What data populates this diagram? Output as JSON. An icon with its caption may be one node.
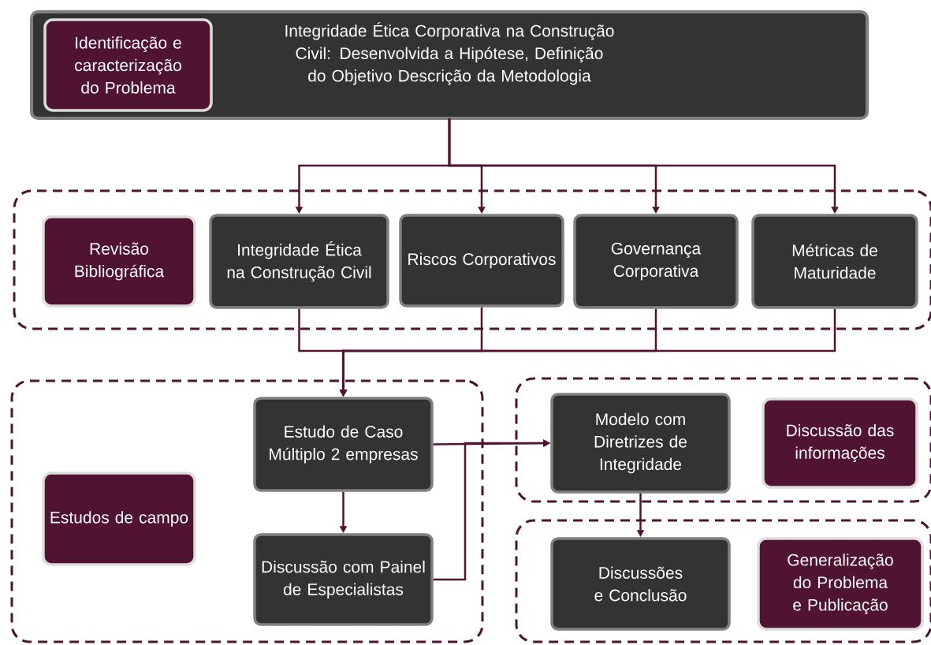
{
  "diagram": {
    "nodes": [
      {
        "text": [
          "Integridade Ética Corporativa na Construção Civil: Desenvolvida a Hipótese,  Definição do Objetivo Descrição da Metodologia"
        ]
      },
      {
        "text": [
          "Identificação e caracterização do Problema"
        ],
        "in": 0
      },
      {
        "text": [],
        "shape": "box"
      },
      {
        "text": [
          "Revisão Bibliográfica"
        ],
        "in": 2
      },
      {
        "text": [
          "Integridade Ética na Construção Civil"
        ],
        "in": 2
      },
      {
        "text": [
          "Riscos Corporativos"
        ],
        "in": 2
      },
      {
        "text": [
          "Governança Corporativa"
        ],
        "in": 2
      },
      {
        "text": [
          "Métricas de Maturidade"
        ],
        "in": 2
      },
      {
        "text": [],
        "shape": "box"
      },
      {
        "text": [
          "Estudo de Caso Múltiplo 2 empresas"
        ],
        "in": 8
      },
      {
        "text": [
          "Estudos de campo"
        ],
        "in": 8
      },
      {
        "text": [
          "Discussão com Painel de Especialistas"
        ],
        "in": 8
      },
      {
        "text": [],
        "shape": "box"
      },
      {
        "text": [
          "Modelo com Diretrizes de Integridade"
        ],
        "in": 12
      },
      {
        "text": [
          "Discussão das informações"
        ],
        "in": 12
      },
      {
        "text": [],
        "shape": "box"
      },
      {
        "text": [
          "Discussões e Conclusão"
        ],
        "in": 15
      },
      {
        "text": [
          "Generalização do Problema e Publicação"
        ],
        "in": 15
      }
    ],
    "edges": [
      {
        "from": 0,
        "to": 4,
        "arrow": "to"
      },
      {
        "from": 0,
        "to": 5,
        "arrow": "to"
      },
      {
        "from": 0,
        "to": 6,
        "arrow": "to"
      },
      {
        "from": 0,
        "to": 7,
        "arrow": "to"
      },
      {
        "from": 4,
        "to": 9,
        "arrow": "to"
      },
      {
        "from": 5,
        "to": 9,
        "arrow": "to"
      },
      {
        "from": 6,
        "to": 9,
        "arrow": "to"
      },
      {
        "from": 7,
        "to": 9,
        "arrow": "to"
      },
      {
        "from": 9,
        "to": 11,
        "arrow": "to"
      },
      {
        "from": 9,
        "to": 13,
        "arrow": "to"
      },
      {
        "from": 11,
        "to": 13,
        "arrow": "to"
      },
      {
        "from": 13,
        "to": 16,
        "arrow": "to"
      }
    ]
  }
}
